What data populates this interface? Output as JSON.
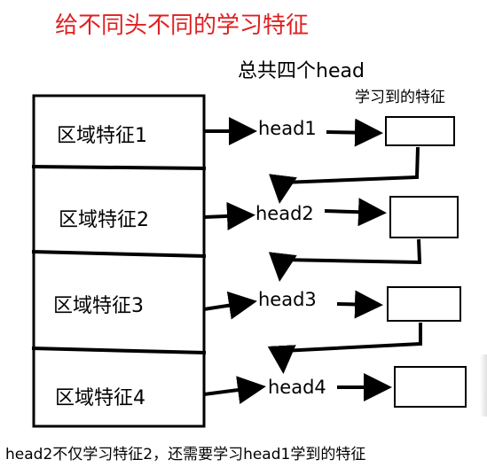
{
  "title": "给不同头不同的学习特征",
  "subtitle": "总共四个head",
  "learned_label": "学习到的特征",
  "regions": [
    {
      "label": "区域特征1"
    },
    {
      "label": "区域特征2"
    },
    {
      "label": "区域特征3"
    },
    {
      "label": "区域特征4"
    }
  ],
  "heads": [
    {
      "label": "head1"
    },
    {
      "label": "head2"
    },
    {
      "label": "head3"
    },
    {
      "label": "head4"
    }
  ],
  "footer_note": "head2不仅学习特征2，还需要学习head1学到的特征",
  "colors": {
    "title": "#e02020",
    "stroke": "#000000",
    "background": "#ffffff"
  }
}
